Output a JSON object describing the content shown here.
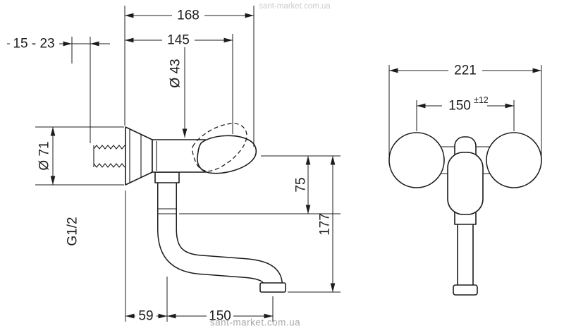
{
  "watermark": {
    "text": "sant-market.com.ua"
  },
  "side_view": {
    "dim_wall_adjust_range": "15 - 23",
    "dim_total_projection": "168",
    "dim_body_projection": "145",
    "dim_body_diameter": "Ø 43",
    "dim_escutcheon_diameter": "Ø 71",
    "dim_thread_size": "G1/2",
    "dim_axis_to_spout_joint": "75",
    "dim_axis_to_outlet": "177",
    "dim_wall_to_spout_axis": "59",
    "dim_spout_reach": "150"
  },
  "front_view": {
    "dim_overall_width": "221",
    "dim_connection_centers": "150",
    "dim_centers_tolerance": "±12"
  }
}
